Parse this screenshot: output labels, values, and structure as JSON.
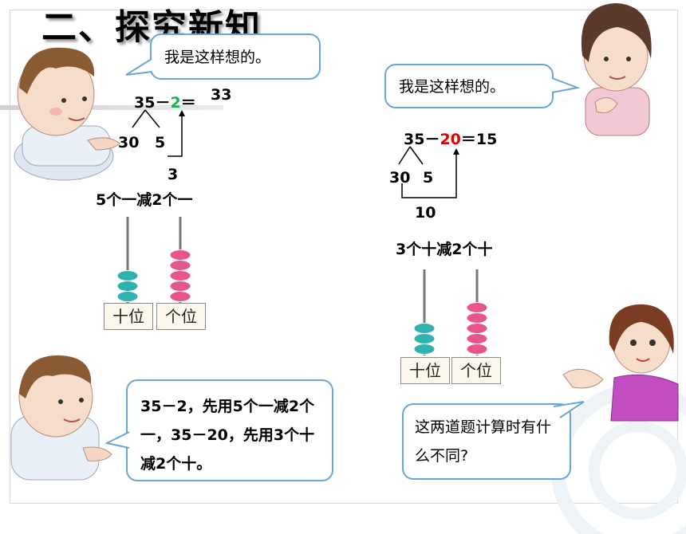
{
  "slide": {
    "title": "二、探究新知"
  },
  "bubbles": {
    "boy_top": "我是这样想的。",
    "girl_top": "我是这样想的。",
    "boy_bottom": "35－2，先用5个一减2个一，35－20，先用3个十减2个十。",
    "teacher": "这两道题计算时有什么不同?"
  },
  "method_left": {
    "equation_left": "35－",
    "subtrahend": "2",
    "equals": "＝",
    "result": "33",
    "split_tens": "30",
    "split_ones": "5",
    "partial": "3",
    "caption": "5个一减2个一"
  },
  "method_right": {
    "equation_left": "35－",
    "subtrahend": "20",
    "equals": "＝",
    "result": "15",
    "split_tens": "30",
    "split_ones": "5",
    "partial": "10",
    "caption": "3个十减2个十"
  },
  "abacus_left": {
    "tens_label": "十位",
    "ones_label": "个位",
    "tens_beads": 3,
    "ones_beads": 5,
    "tens_color": "#2fb3b0",
    "ones_color": "#e8558a"
  },
  "abacus_right": {
    "tens_label": "十位",
    "ones_label": "个位",
    "tens_beads": 3,
    "ones_beads": 5,
    "tens_color": "#2fb3b0",
    "ones_color": "#e8558a"
  },
  "colors": {
    "bubble_border": "#6aa5d8",
    "highlight_red": "#e00000",
    "highlight_green": "#19b043"
  }
}
